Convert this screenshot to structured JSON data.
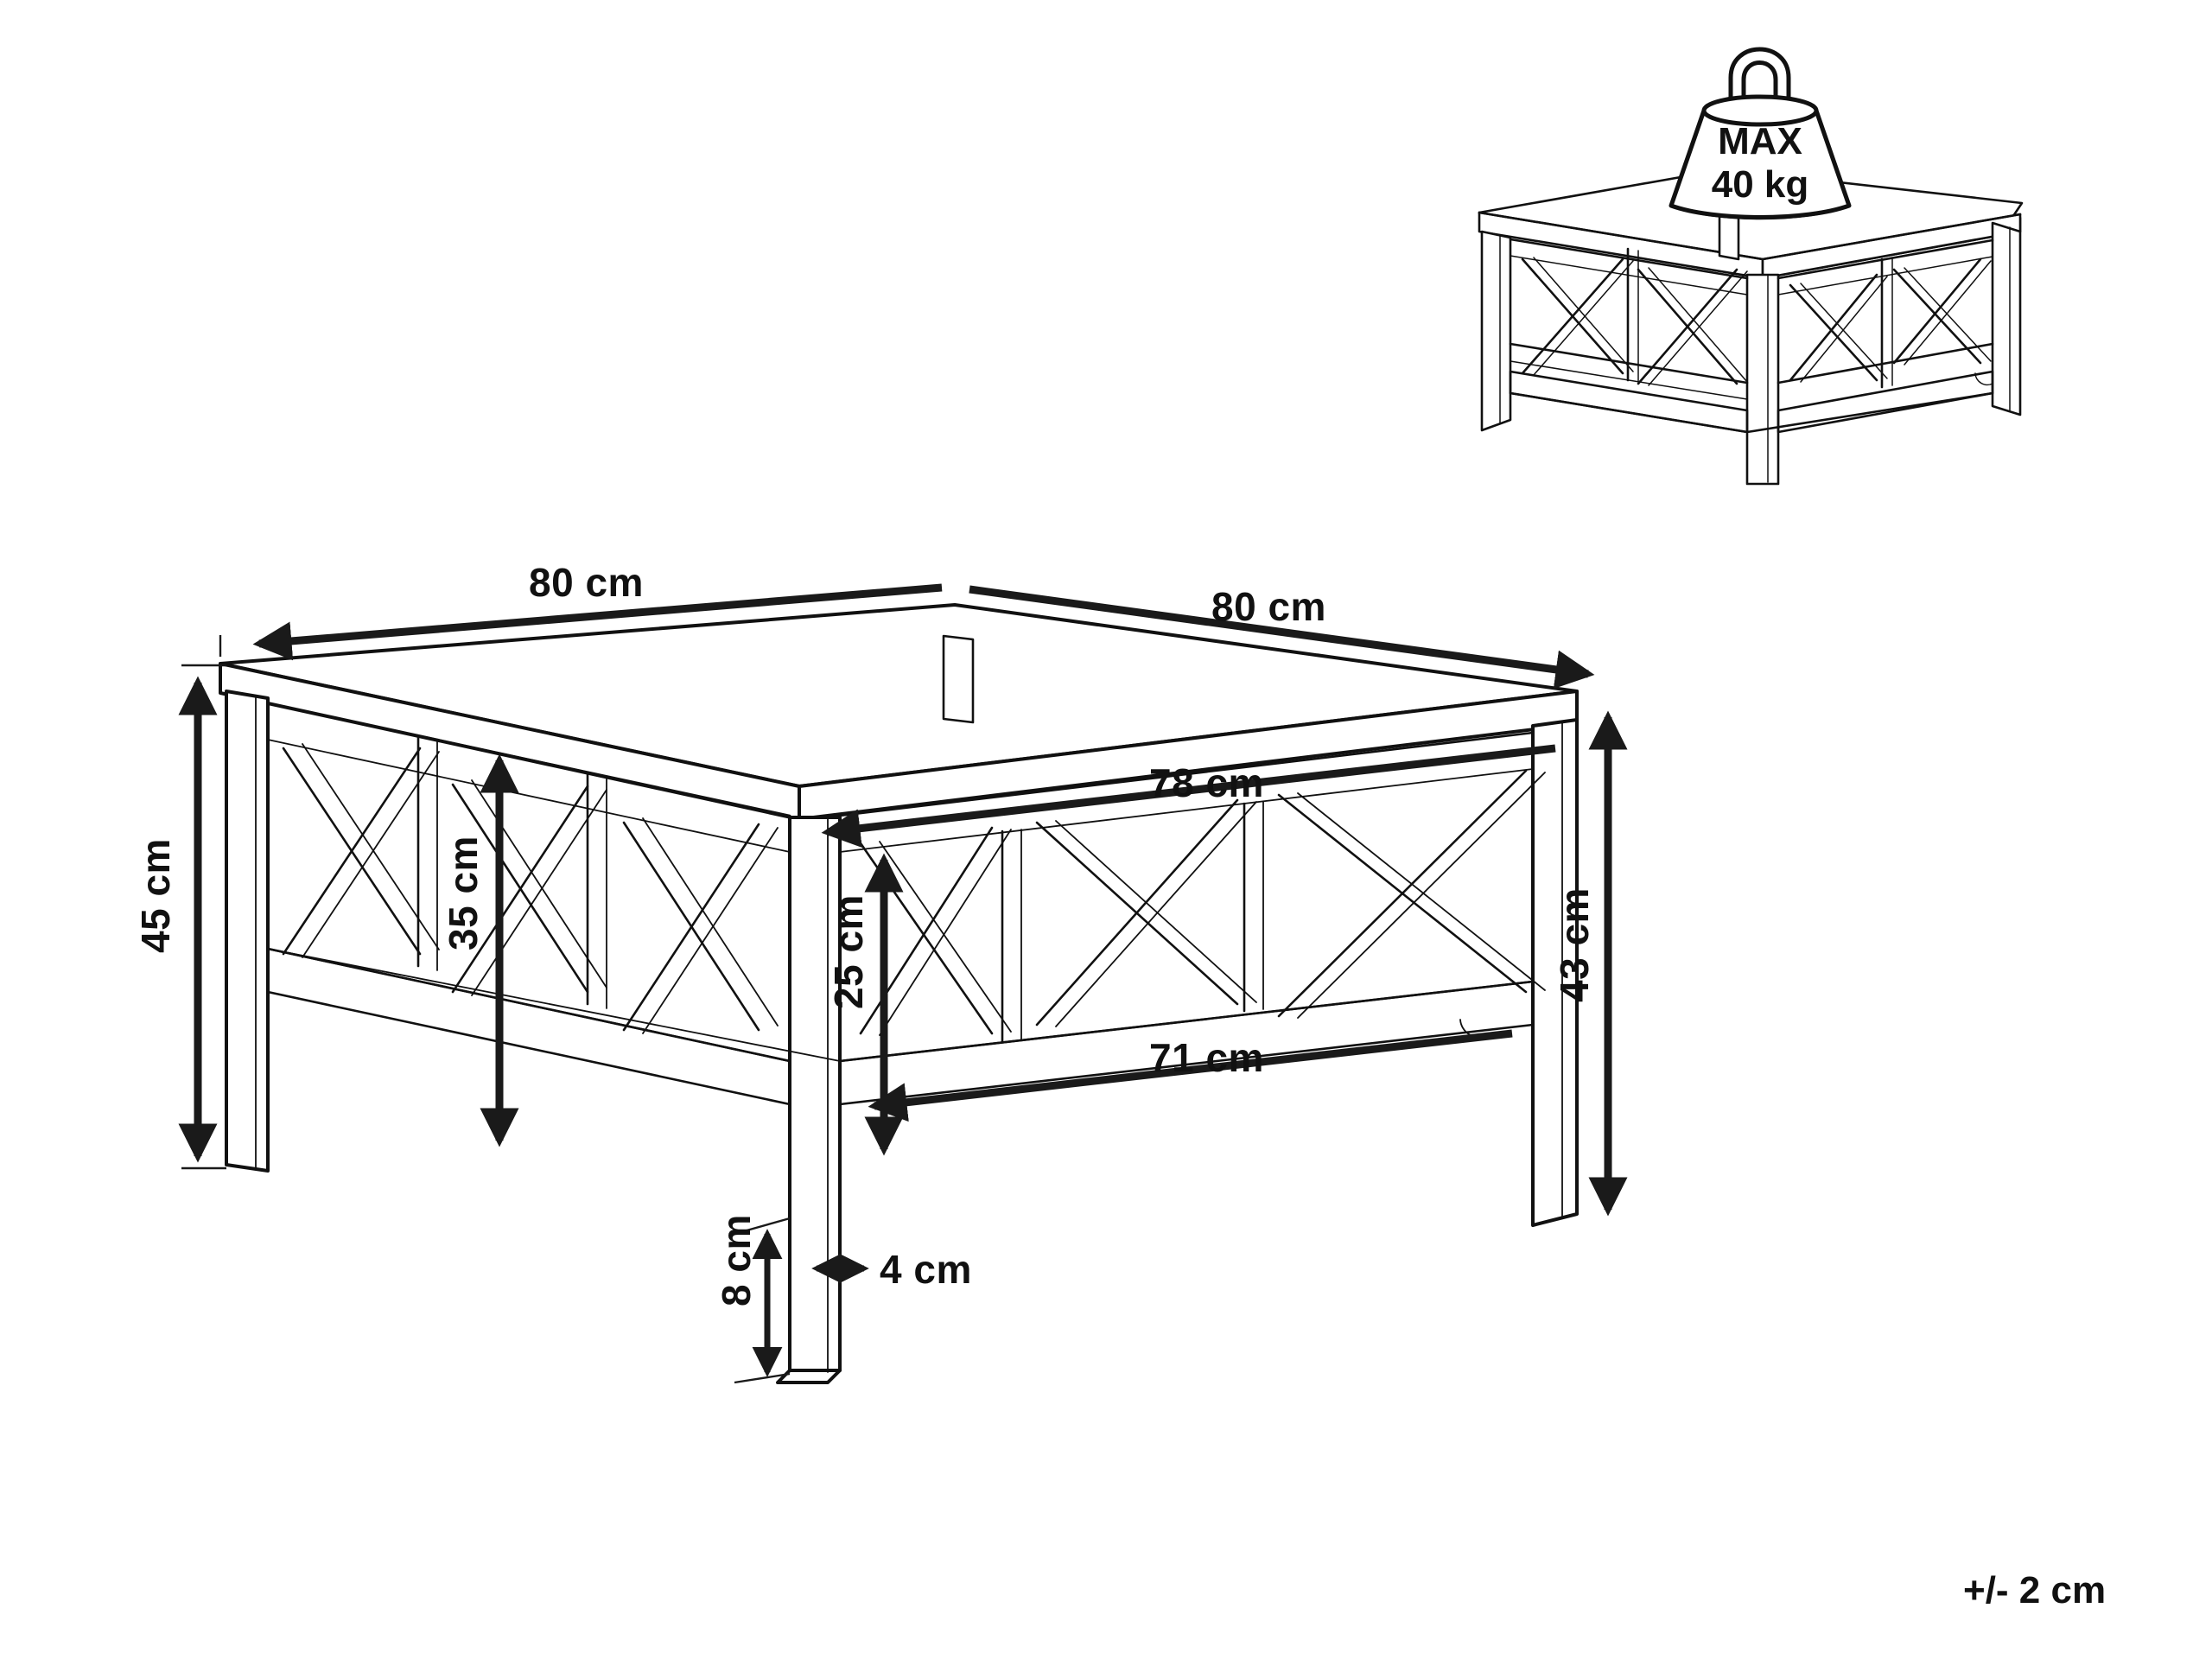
{
  "sheet": {
    "background_color": "#ffffff",
    "line_color": "#111111",
    "dimension_color": "#1a1a1a",
    "unit": "cm"
  },
  "product": {
    "type": "square coffee table",
    "style": "X-brace side panels with lower shelf",
    "legs": 4
  },
  "load_badge": {
    "line1": "MAX",
    "line2": "40 kg",
    "icon": "weight-icon",
    "max_load_kg": 40
  },
  "tolerance": {
    "note": "+/- 2 cm"
  },
  "dimensions": {
    "top_width_left": "80 cm",
    "top_width_right": "80 cm",
    "total_height": "45 cm",
    "panel_height": "35 cm",
    "frame_width": "78 cm",
    "frame_height_right": "43 cm",
    "shelf_clearance": "25 cm",
    "shelf_width": "71 cm",
    "leg_height": "8 cm",
    "leg_thickness": "4 cm"
  },
  "labels": [
    {
      "id": "top-width-left",
      "text": "80 cm",
      "axis": "diagonal"
    },
    {
      "id": "top-width-right",
      "text": "80 cm",
      "axis": "diagonal"
    },
    {
      "id": "total-height",
      "text": "45 cm",
      "axis": "vertical"
    },
    {
      "id": "panel-height",
      "text": "35 cm",
      "axis": "vertical"
    },
    {
      "id": "frame-width",
      "text": "78 cm",
      "axis": "diagonal"
    },
    {
      "id": "frame-height-right",
      "text": "43 cm",
      "axis": "vertical"
    },
    {
      "id": "shelf-clearance",
      "text": "25 cm",
      "axis": "vertical"
    },
    {
      "id": "shelf-width",
      "text": "71 cm",
      "axis": "diagonal"
    },
    {
      "id": "leg-height",
      "text": "8 cm",
      "axis": "vertical"
    },
    {
      "id": "leg-thickness",
      "text": "4 cm",
      "axis": "horizontal"
    }
  ]
}
